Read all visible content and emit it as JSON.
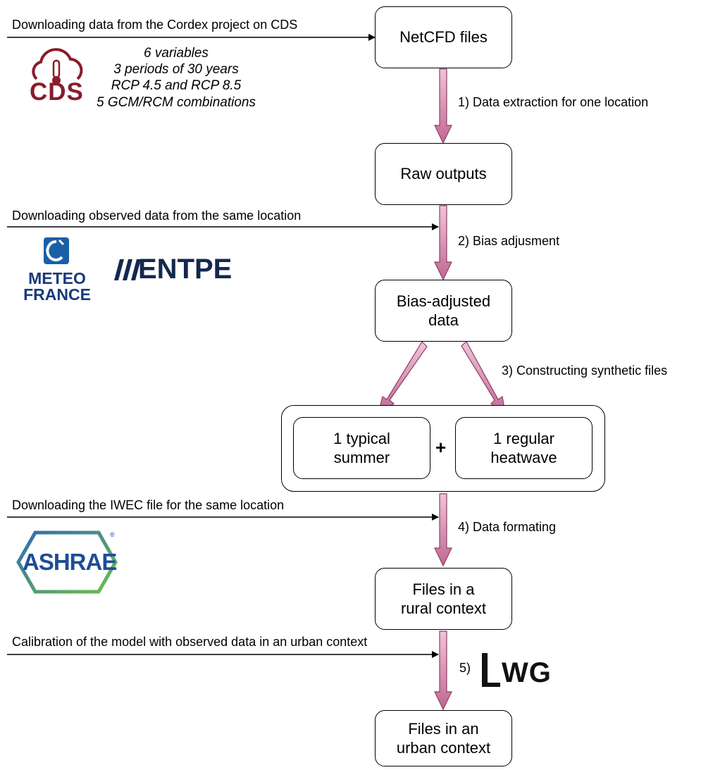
{
  "boxes": {
    "netcdf": "NetCFD files",
    "raw": "Raw outputs",
    "bias": "Bias-adjusted\ndata",
    "typical": "1 typical\nsummer",
    "heatwave": "1 regular\nheatwave",
    "rural": "Files in a\nrural context",
    "urban": "Files in an\nurban context",
    "plus": "+"
  },
  "steps": {
    "s1": "1) Data extraction for one location",
    "s2": "2) Bias adjusment",
    "s3": "3) Constructing synthetic files",
    "s4": "4) Data formating",
    "s5": "5)"
  },
  "inputs": {
    "cordex": "Downloading data from the Cordex project on CDS",
    "observed": "Downloading observed data from the same location",
    "iwec": "Downloading the IWEC file for the same location",
    "calibration": "Calibration of the model with observed data in an urban context"
  },
  "cds_notes": [
    "6 variables",
    "3 periods of 30 years",
    "RCP 4.5 and RCP 8.5",
    "5 GCM/RCM combinations"
  ],
  "logos": {
    "cds": "CDS",
    "meteo_line1": "METEO",
    "meteo_line2": "FRANCE",
    "entpe": "ENTPE",
    "ashrae": "ASHRAE",
    "uwg": "WG"
  },
  "colors": {
    "arrow_fill": "#c9789f",
    "arrow_stroke": "#8e3d68"
  }
}
